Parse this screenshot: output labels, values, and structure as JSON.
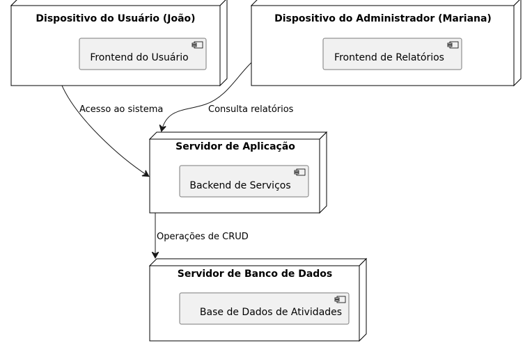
{
  "nodes": {
    "user_device": {
      "title": "Dispositivo do Usuário (João)",
      "component": "Frontend do Usuário"
    },
    "admin_device": {
      "title": "Dispositivo do Administrador (Mariana)",
      "component": "Frontend de Relatórios"
    },
    "app_server": {
      "title": "Servidor de Aplicação",
      "component": "Backend de Serviços"
    },
    "db_server": {
      "title": "Servidor de Banco de Dados",
      "component": "Base de Dados de Atividades"
    }
  },
  "edges": {
    "user_to_app": "Acesso ao sistema",
    "admin_to_app": "Consulta relatórios",
    "app_to_db": "Operações de CRUD"
  },
  "colors": {
    "node_fill": "#ffffff",
    "component_fill": "#f1f1f1",
    "line": "#181818"
  }
}
